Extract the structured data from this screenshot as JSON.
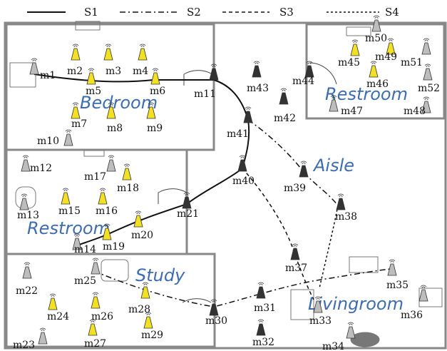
{
  "legend": {
    "items": [
      {
        "label": "S1",
        "style": "solid"
      },
      {
        "label": "S2",
        "style": "dashdot"
      },
      {
        "label": "S3",
        "style": "dashed"
      },
      {
        "label": "S4",
        "style": "dotted"
      }
    ]
  },
  "rooms": {
    "bedroom": "Bedroom",
    "restroom_top": "Restroom",
    "aisle": "Aisle",
    "restroom_left": "Restroom",
    "study": "Study",
    "livingroom": "Livingroom"
  },
  "sensors": {
    "m1": "m1",
    "m2": "m2",
    "m3": "m3",
    "m4": "m4",
    "m5": "m5",
    "m6": "m6",
    "m7": "m7",
    "m8": "m8",
    "m9": "m9",
    "m10": "m10",
    "m11": "m11",
    "m12": "m12",
    "m13": "m13",
    "m14": "m14",
    "m15": "m15",
    "m16": "m16",
    "m17": "m17",
    "m18": "m18",
    "m19": "m19",
    "m20": "m20",
    "m21": "m21",
    "m22": "m22",
    "m23": "m23",
    "m24": "m24",
    "m25": "m25",
    "m26": "m26",
    "m27": "m27",
    "m28": "m28",
    "m29": "m29",
    "m30": "m30",
    "m31": "m31",
    "m32": "m32",
    "m33": "m33",
    "m34": "m34",
    "m35": "m35",
    "m36": "m36",
    "m37": "m37",
    "m38": "m38",
    "m39": "m39",
    "m40": "m40",
    "m41": "m41",
    "m42": "m42",
    "m43": "m43",
    "m44": "m44",
    "m45": "m45",
    "m46": "m46",
    "m47": "m47",
    "m48": "m48",
    "m49": "m49",
    "m50": "m50",
    "m51": "m51",
    "m52": "m52"
  },
  "colors": {
    "wall": "#888888",
    "yellow_sensor": "#f2e025",
    "dark_sensor": "#333333",
    "gray_sensor": "#bdbdbd",
    "room_text": "#3d6cb0",
    "path": "#111111"
  },
  "icons": {
    "yellow": "motion-sensor-yellow-icon",
    "dark": "door-sensor-dark-icon",
    "gray": "appliance-sensor-gray-icon"
  }
}
